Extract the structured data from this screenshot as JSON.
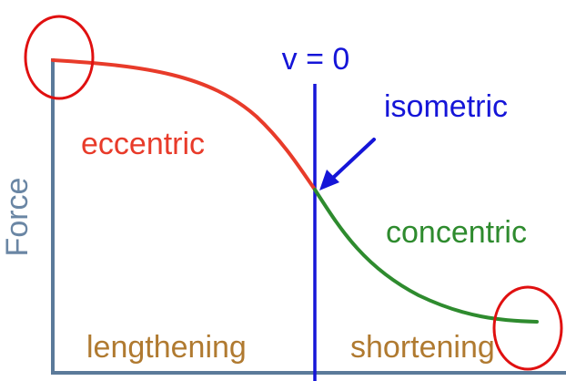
{
  "diagram": {
    "y_axis_label": "Force",
    "velocity_marker": "v = 0",
    "labels": {
      "eccentric": "eccentric",
      "isometric": "isometric",
      "concentric": "concentric",
      "lengthening": "lengthening",
      "shortening": "shortening"
    },
    "colors": {
      "axes": "#5b7a9a",
      "velocity_line": "#1515d8",
      "eccentric": "#e83b2a",
      "concentric": "#2e8b2e",
      "isometric_arrow": "#1515d8",
      "region_labels": "#b07a30",
      "highlight_circles": "#e01010",
      "axis_label": "#6a86a4"
    }
  }
}
